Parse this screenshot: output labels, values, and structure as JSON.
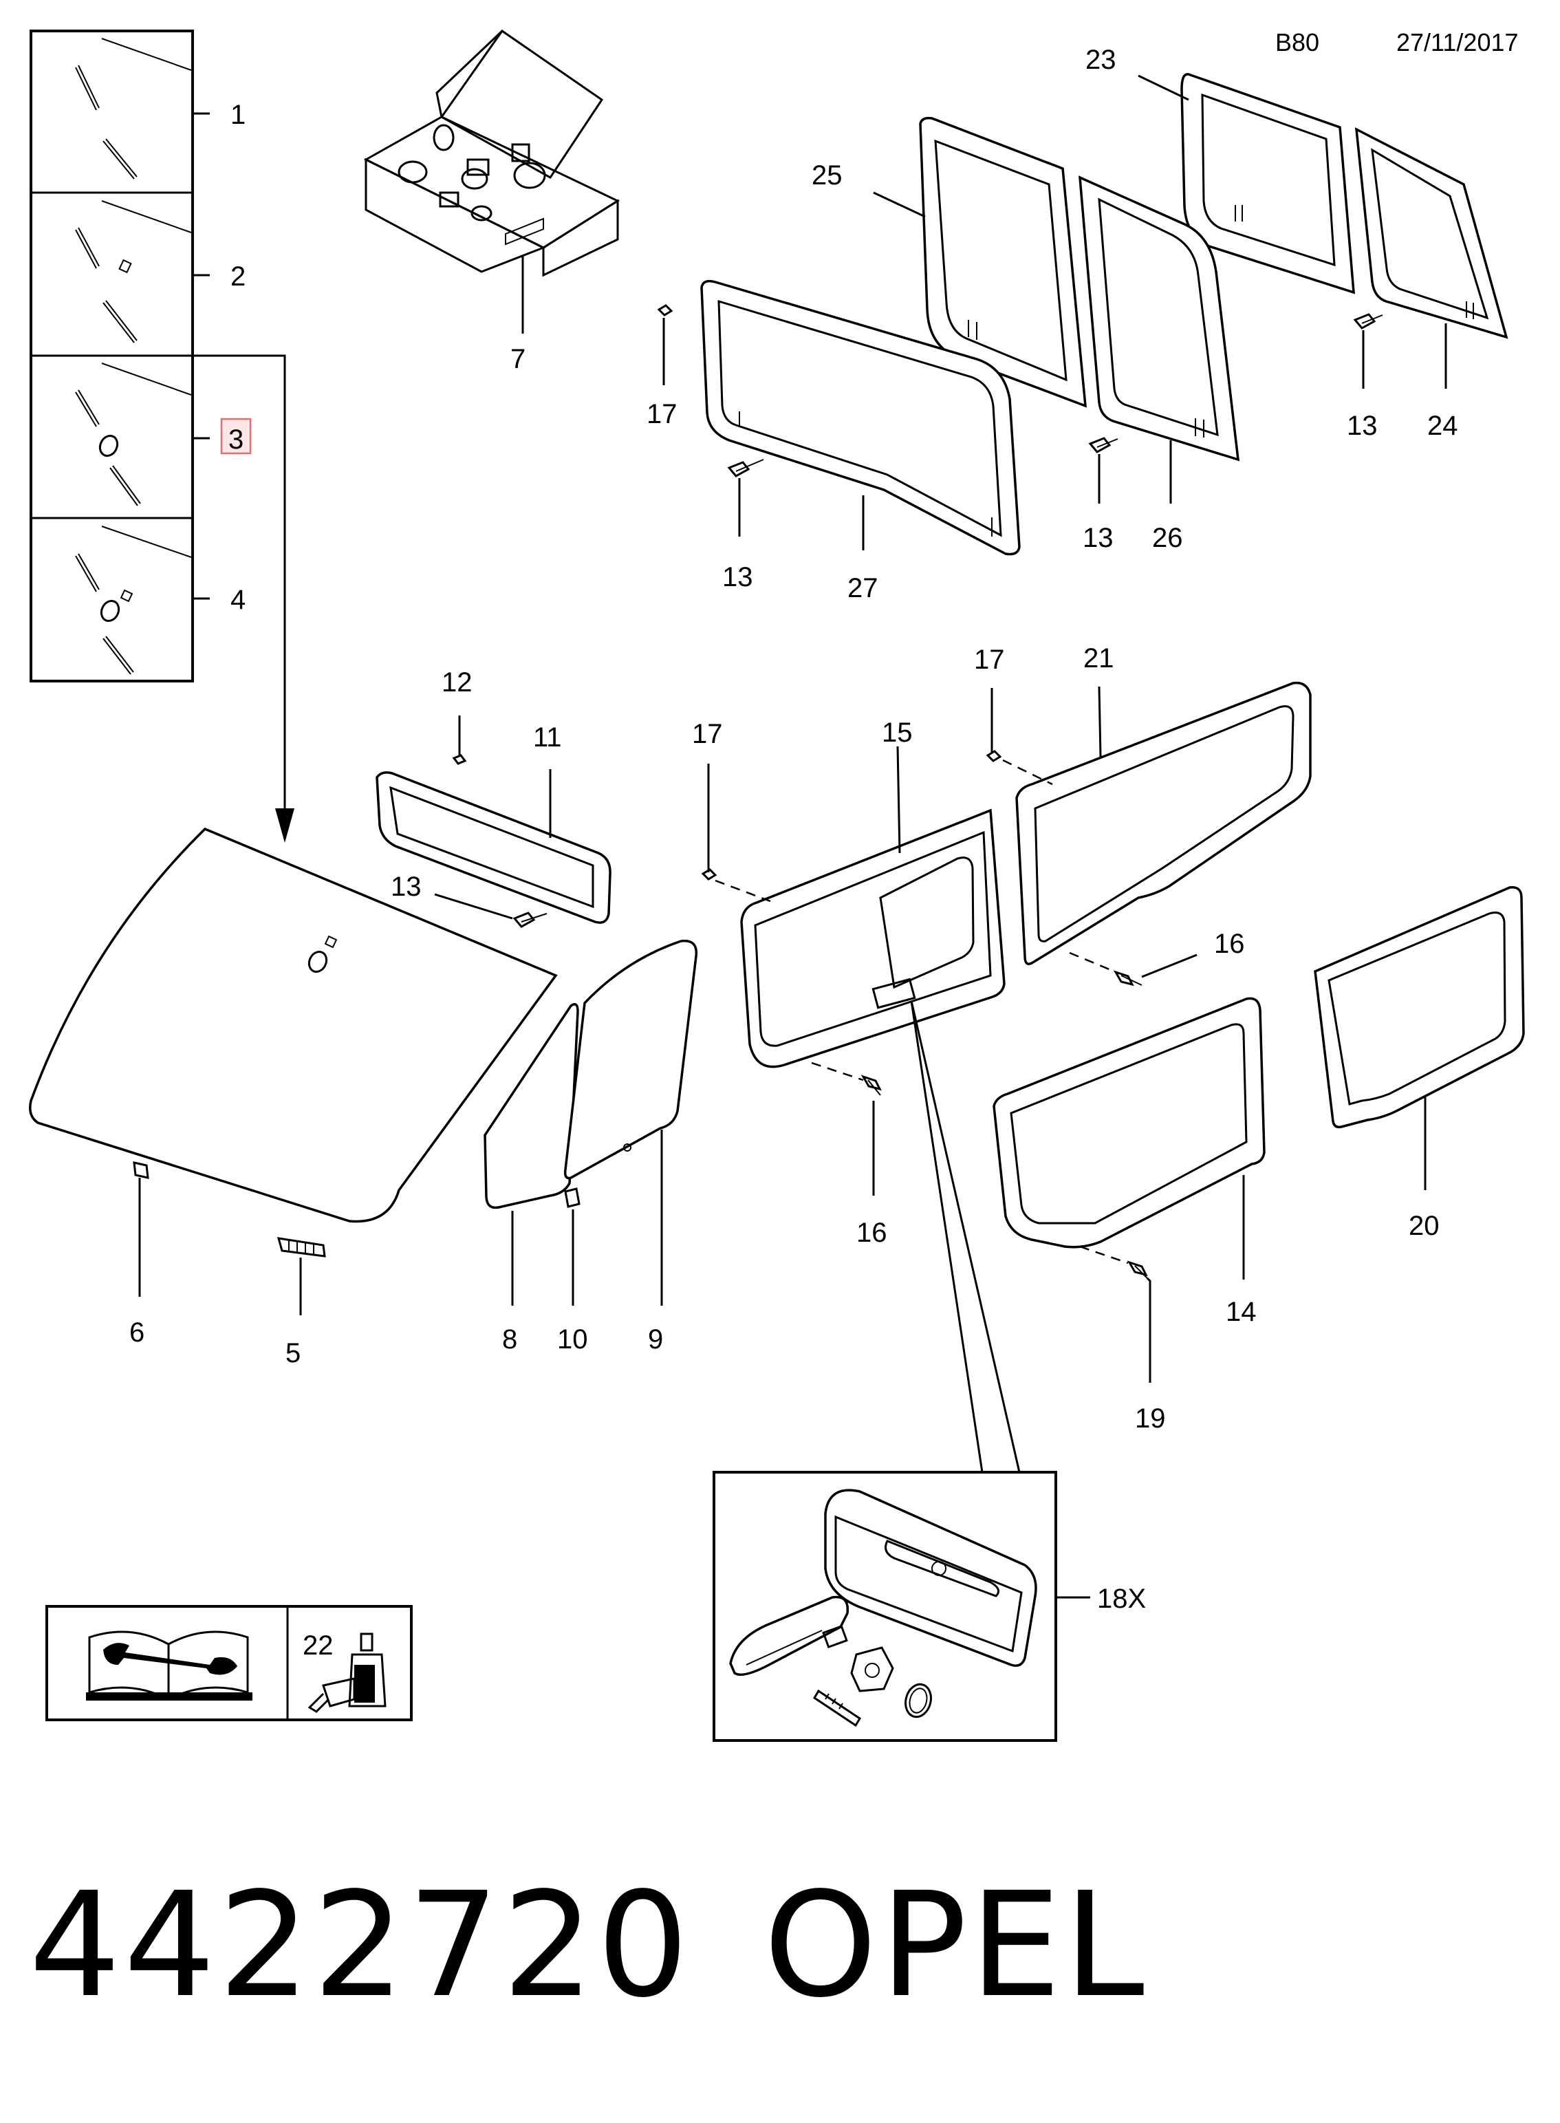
{
  "header": {
    "section_code": "B80",
    "date": "27/11/2017"
  },
  "variant_panel": {
    "items": [
      {
        "callout": "1",
        "highlighted": false
      },
      {
        "callout": "2",
        "highlighted": false
      },
      {
        "callout": "3",
        "highlighted": true
      },
      {
        "callout": "4",
        "highlighted": false
      }
    ],
    "highlight_color": "#e07070"
  },
  "callouts": {
    "c5": "5",
    "c6": "6",
    "c7": "7",
    "c8": "8",
    "c9": "9",
    "c10": "10",
    "c11": "11",
    "c12": "12",
    "c13a": "13",
    "c13b": "13",
    "c13c": "13",
    "c13d": "13",
    "c14": "14",
    "c15": "15",
    "c16a": "16",
    "c16b": "16",
    "c17a": "17",
    "c17b": "17",
    "c17c": "17",
    "c18x": "18X",
    "c19": "19",
    "c20": "20",
    "c21": "21",
    "c22": "22",
    "c23": "23",
    "c24": "24",
    "c25": "25",
    "c26": "26",
    "c27": "27"
  },
  "icons": {
    "manual": "manual-book-wrench-icon",
    "adhesive": "adhesive-bottle-icon"
  },
  "footer": {
    "part_number": "4422720",
    "brand": "OPEL"
  }
}
